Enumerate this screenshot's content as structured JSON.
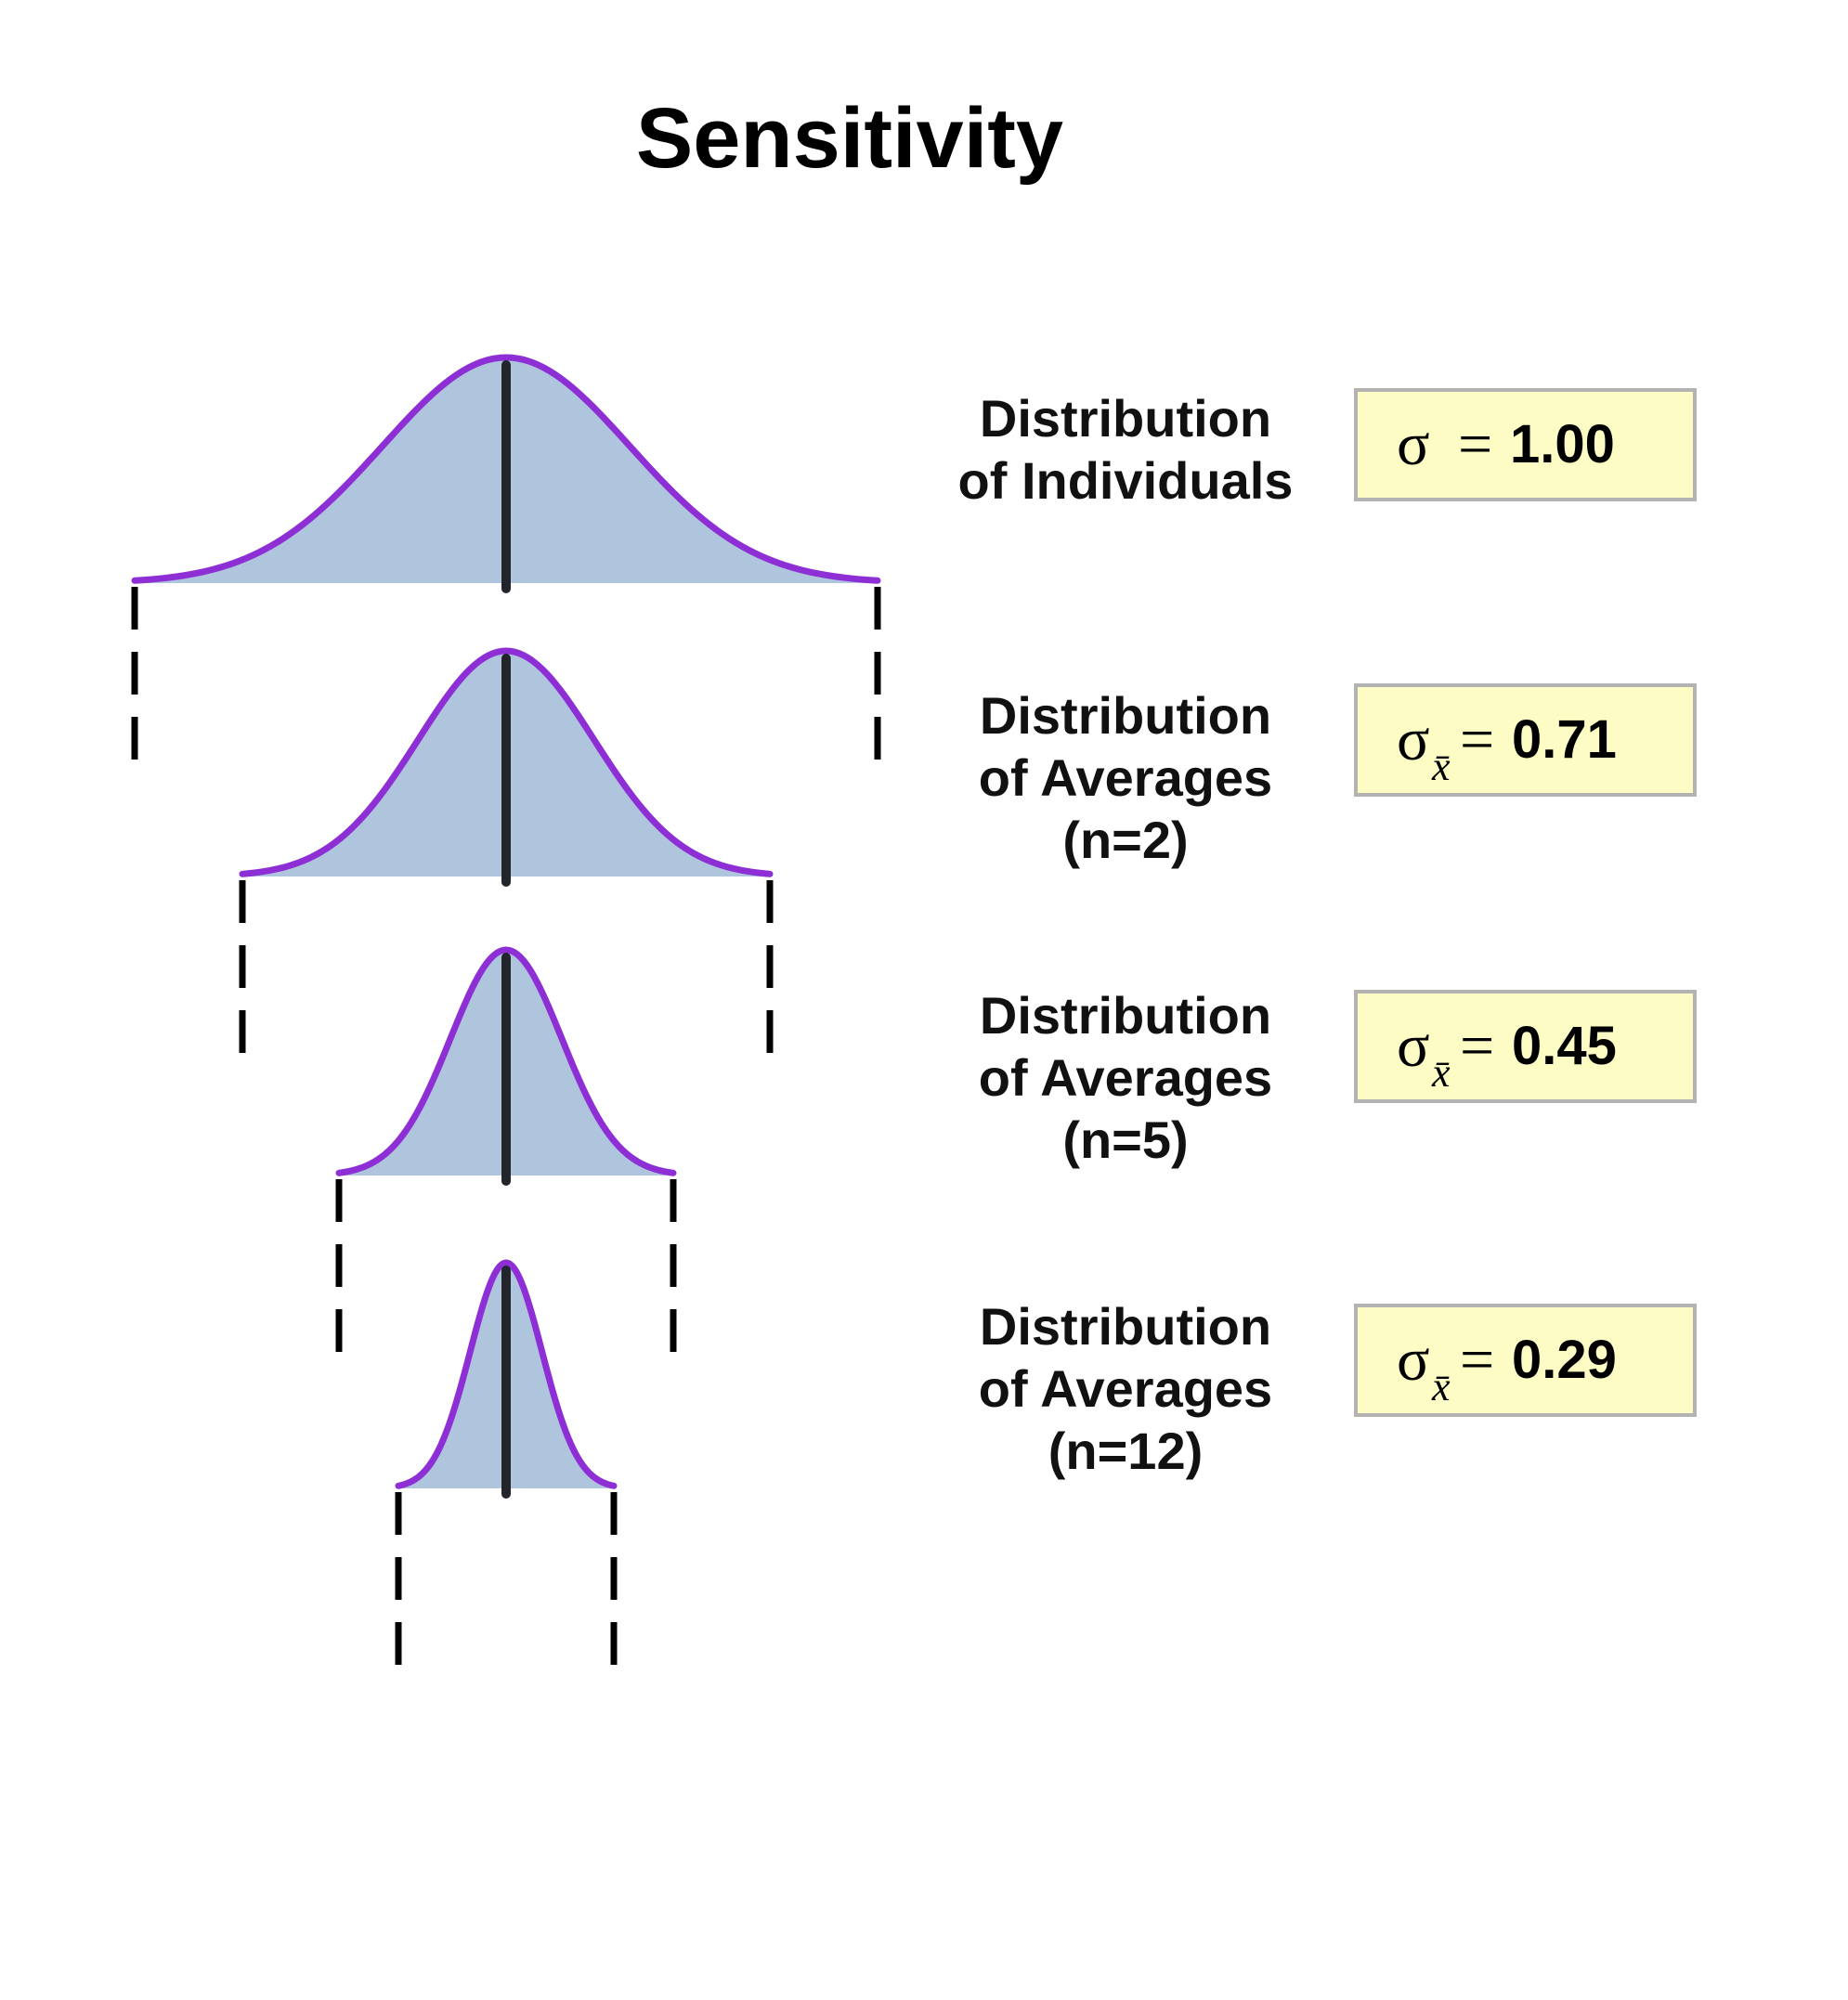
{
  "title": "Sensitivity",
  "colors": {
    "curve_fill": "#afc4dd",
    "curve_outline": "#8e2fd6",
    "center_line": "#22262c",
    "box_fill": "#fcfcc4",
    "box_border": "#b3b3b3"
  },
  "rows": [
    {
      "label_lines": [
        "Distribution",
        "of Individuals"
      ],
      "symbol": "σ",
      "subscript": "",
      "equals": "=",
      "value": "1.00",
      "sigma_value": 1.0
    },
    {
      "label_lines": [
        "Distribution",
        "of Averages",
        "(n=2)"
      ],
      "symbol": "σ",
      "subscript": "x̄",
      "equals": "=",
      "value": "0.71",
      "sigma_value": 0.71
    },
    {
      "label_lines": [
        "Distribution",
        "of Averages",
        "(n=5)"
      ],
      "symbol": "σ",
      "subscript": "x̄",
      "equals": "=",
      "value": "0.45",
      "sigma_value": 0.45
    },
    {
      "label_lines": [
        "Distribution",
        "of Averages",
        "(n=12)"
      ],
      "symbol": "σ",
      "subscript": "x̄",
      "equals": "=",
      "value": "0.29",
      "sigma_value": 0.29
    }
  ]
}
